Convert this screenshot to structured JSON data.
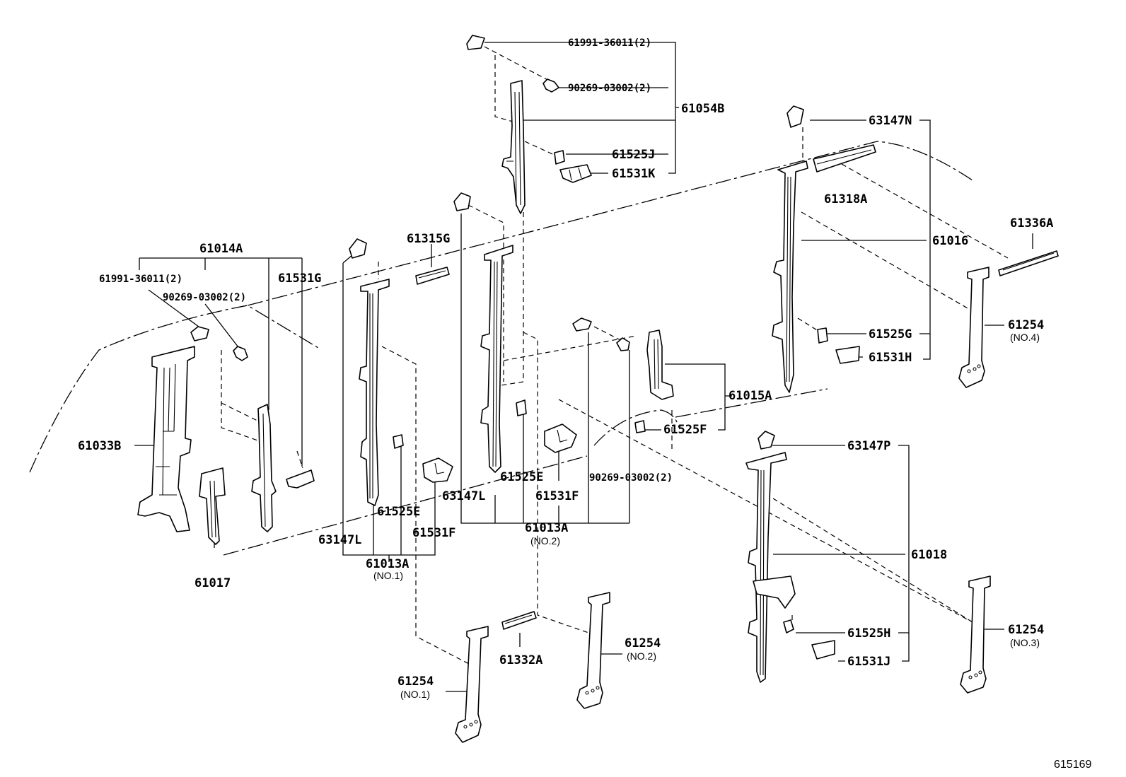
{
  "labels": {
    "l_61991_top": "61991-36011(2)",
    "l_90269_top": "90269-03002(2)",
    "l_61054B": "61054B",
    "l_61525J": "61525J",
    "l_61531K": "61531K",
    "l_63147N": "63147N",
    "l_61318A": "61318A",
    "l_61016": "61016",
    "l_61336A": "61336A",
    "l_61254_no4": "61254",
    "l_61525G": "61525G",
    "l_61531H": "61531H",
    "l_61015A": "61015A",
    "l_61525F": "61525F",
    "l_63147P": "63147P",
    "l_61018": "61018",
    "l_61254_no3": "61254",
    "l_61525H": "61525H",
    "l_61531J": "61531J",
    "l_61014A": "61014A",
    "l_61991_left": "61991-36011(2)",
    "l_90269_left": "90269-03002(2)",
    "l_61531G": "61531G",
    "l_61033B": "61033B",
    "l_61017": "61017",
    "l_61315G": "61315G",
    "l_63147L_a": "63147L",
    "l_61525E_a": "61525E",
    "l_61531F_a": "61531F",
    "l_61013A_no1": "61013A",
    "l_63147L_b": "63147L",
    "l_61525E_b": "61525E",
    "l_61531F_b": "61531F",
    "l_90269_mid": "90269-03002(2)",
    "l_61013A_no2": "61013A",
    "l_61254_no1": "61254",
    "l_61332A": "61332A",
    "l_61254_no2": "61254"
  },
  "sublabels": {
    "s_no4": "(NO.4)",
    "s_no3": "(NO.3)",
    "s_no1_a": "(NO.1)",
    "s_no2_a": "(NO.2)",
    "s_no1_b": "(NO.1)",
    "s_no2_b": "(NO.2)"
  },
  "diagram_ref": "615169"
}
